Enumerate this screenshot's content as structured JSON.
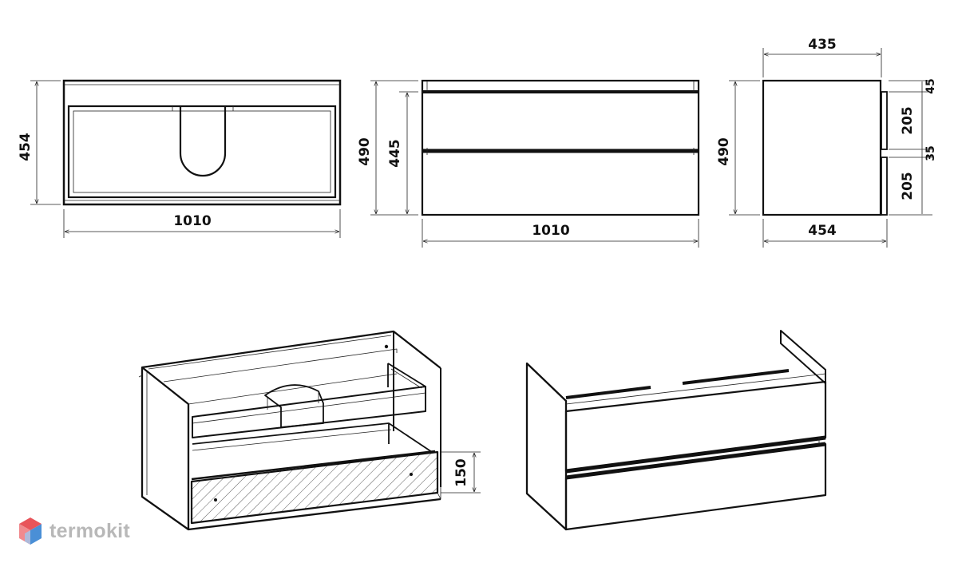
{
  "dimensions": {
    "top_view": {
      "width": "1010",
      "depth": "454"
    },
    "front_view": {
      "width": "1010",
      "total_height": "490",
      "front_height": "445"
    },
    "side_view": {
      "top_depth": "435",
      "bottom_depth": "454",
      "height": "490",
      "top_gap": "45",
      "upper_drawer": "205",
      "middle_gap": "35",
      "lower_drawer": "205"
    },
    "iso_open": {
      "drawer_front_height": "150"
    }
  },
  "brand": {
    "name": "termokit"
  },
  "colors": {
    "line": "#111111",
    "brand_gray": "#b8b8b8",
    "logo_red": "#e8545a",
    "logo_blue": "#4a8fd6"
  }
}
